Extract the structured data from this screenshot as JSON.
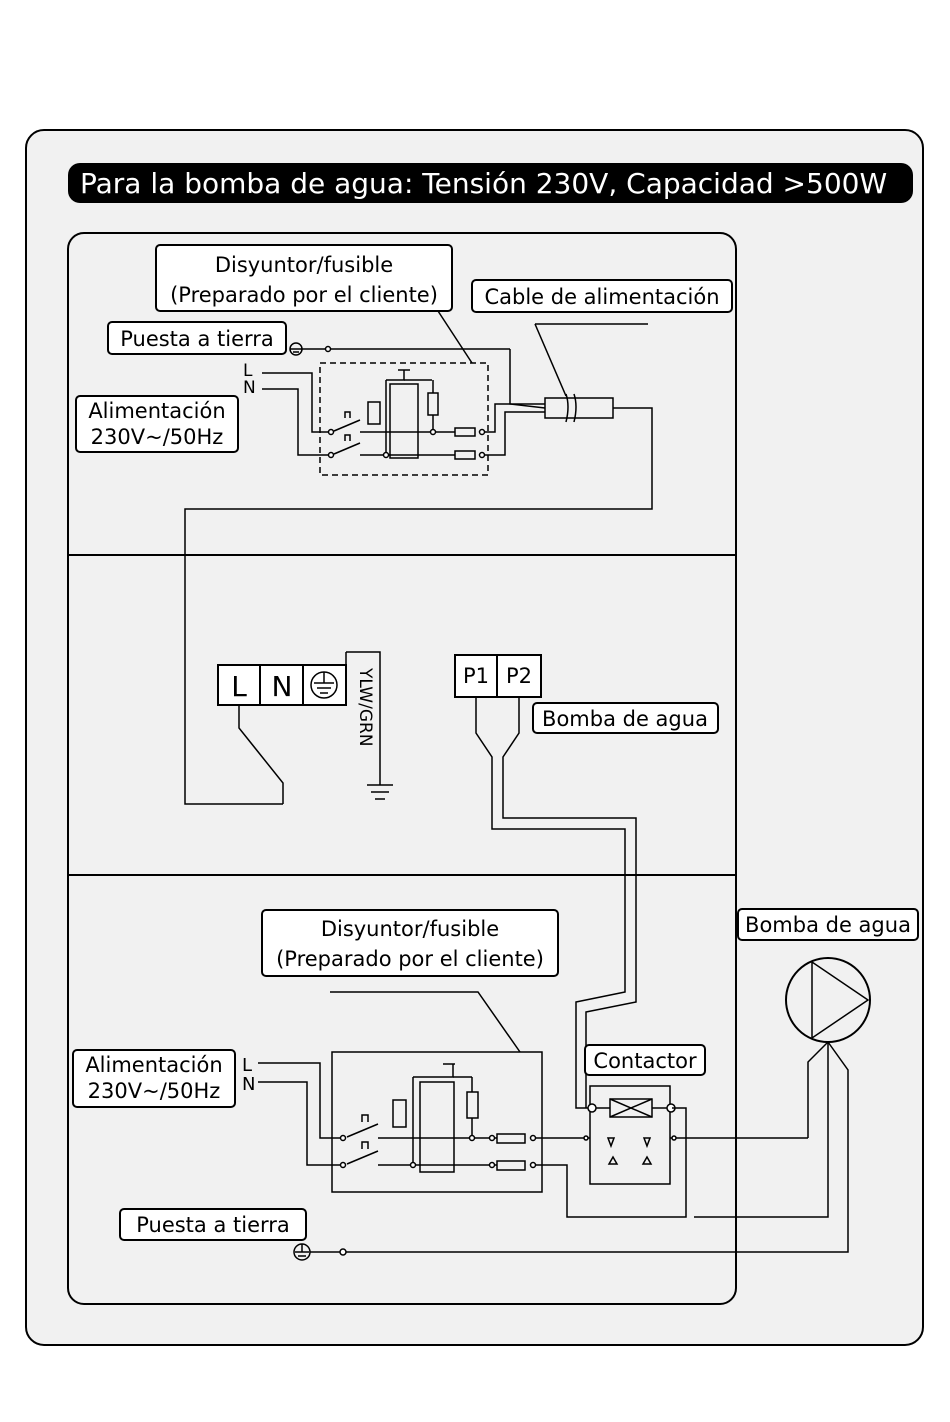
{
  "title": "Para la bomba de agua: Tensión 230V, Capacidad >500W",
  "top_section": {
    "breaker_label_1": "Disyuntor/fusible",
    "breaker_label_2": "(Preparado por el cliente)",
    "cable_label": "Cable de alimentación",
    "earth_label": "Puesta a tierra",
    "phase_L": "L",
    "phase_N": "N",
    "supply_label_1": "Alimentación",
    "supply_label_2": "230V~/50Hz"
  },
  "middle_section": {
    "terminal_L": "L",
    "terminal_N": "N",
    "earth_wire_label": "YLW/GRN",
    "terminal_P1": "P1",
    "terminal_P2": "P2",
    "pump_label": "Bomba de agua"
  },
  "bottom_section": {
    "breaker_label_1": "Disyuntor/fusible",
    "breaker_label_2": "(Preparado por el cliente)",
    "supply_label_1": "Alimentación",
    "supply_label_2": "230V~/50Hz",
    "phase_L": "L",
    "phase_N": "N",
    "contactor_label": "Contactor",
    "earth_label": "Puesta a tierra"
  },
  "external_pump_label": "Bomba de agua"
}
